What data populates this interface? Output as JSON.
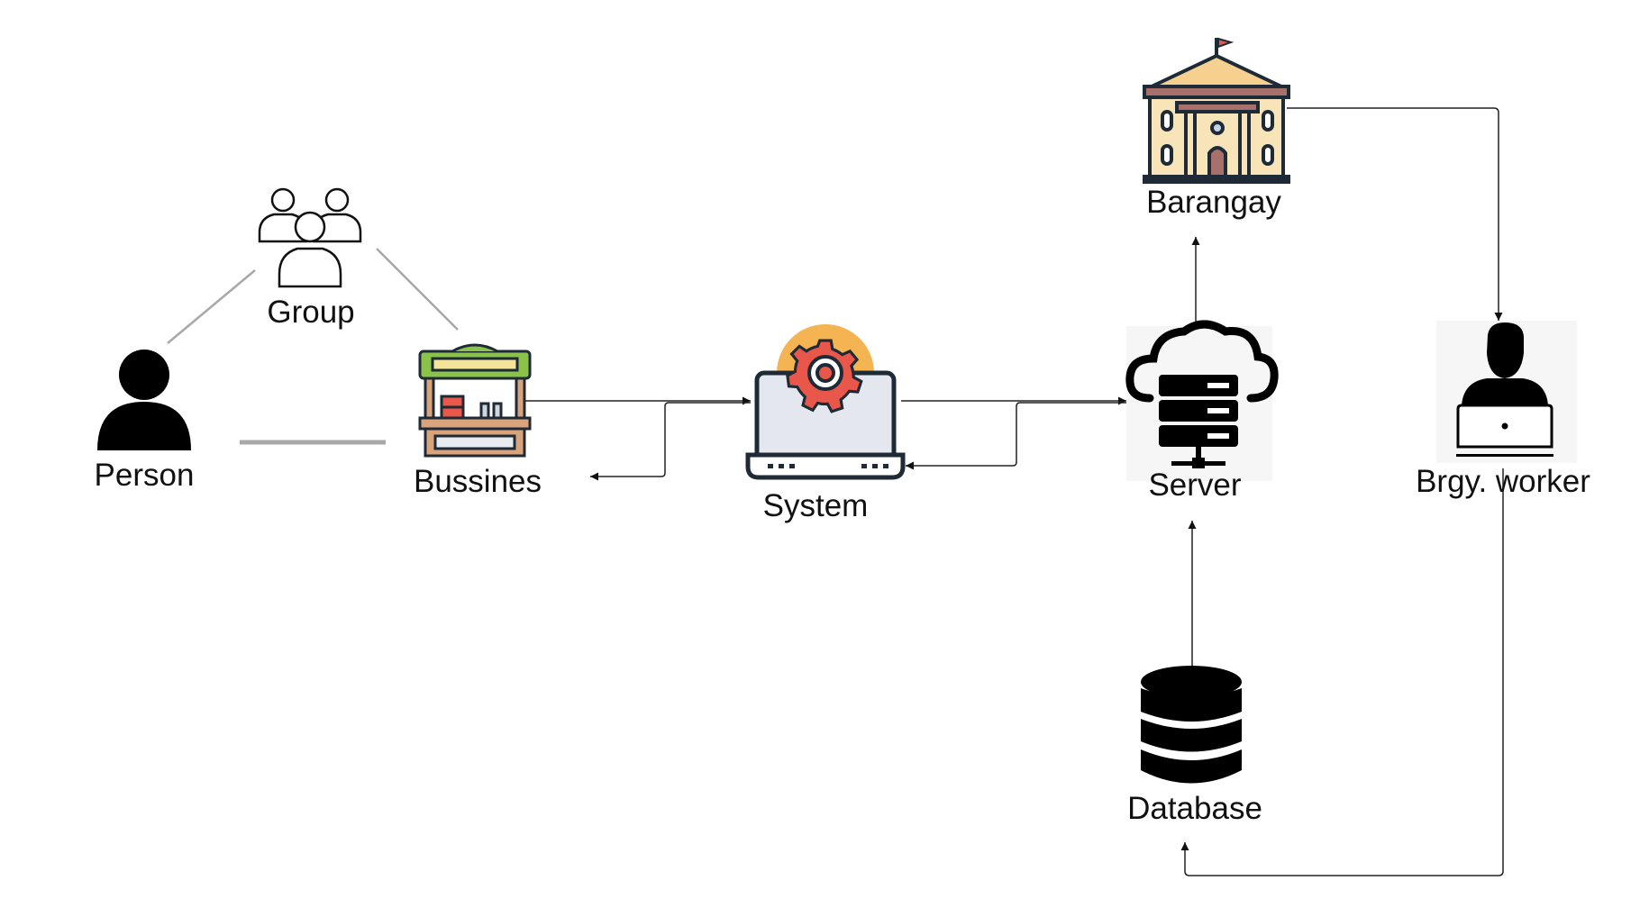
{
  "nodes": {
    "person": {
      "label": "Person",
      "icon": "person-icon"
    },
    "group": {
      "label": "Group",
      "icon": "group-icon"
    },
    "business": {
      "label": "Bussines",
      "icon": "market-stall-icon"
    },
    "system": {
      "label": "System",
      "icon": "laptop-gear-icon"
    },
    "server": {
      "label": "Server",
      "icon": "cloud-server-icon"
    },
    "barangay": {
      "label": "Barangay",
      "icon": "government-building-icon"
    },
    "worker": {
      "label": "Brgy. worker",
      "icon": "worker-laptop-icon"
    },
    "database": {
      "label": "Database",
      "icon": "database-icon"
    }
  },
  "edges": [
    {
      "from": "person",
      "to": "group",
      "type": "association"
    },
    {
      "from": "group",
      "to": "business",
      "type": "association"
    },
    {
      "from": "person",
      "to": "business",
      "type": "association"
    },
    {
      "from": "business",
      "to": "system",
      "type": "arrow"
    },
    {
      "from": "system",
      "to": "business",
      "type": "arrow"
    },
    {
      "from": "system",
      "to": "server",
      "type": "arrow"
    },
    {
      "from": "server",
      "to": "system",
      "type": "arrow"
    },
    {
      "from": "server",
      "to": "barangay",
      "type": "arrow"
    },
    {
      "from": "barangay",
      "to": "worker",
      "type": "arrow"
    },
    {
      "from": "database",
      "to": "server",
      "type": "arrow"
    },
    {
      "from": "worker",
      "to": "database",
      "type": "arrow"
    }
  ],
  "colors": {
    "line": "#222222",
    "association": "#a8a8a8",
    "stall_green": "#8bc34a",
    "stall_wood": "#d9a47c",
    "gear_red": "#e8574a",
    "gear_orange": "#f5b452",
    "building_cream": "#f7e4b8",
    "building_roof": "#f5d08f",
    "building_trim": "#a8706b"
  }
}
